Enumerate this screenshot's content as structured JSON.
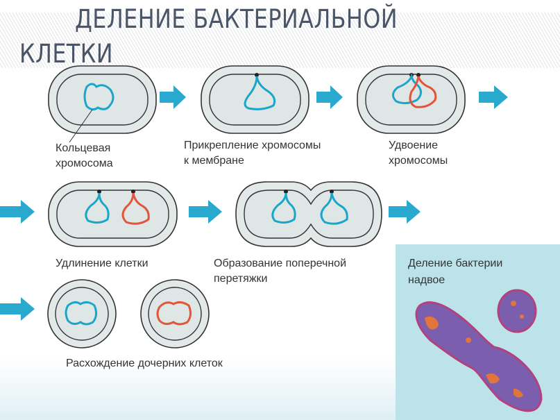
{
  "title": {
    "line1": "ДЕЛЕНИЕ БАКТЕРИАЛЬНОЙ",
    "line2": "КЛЕТКИ"
  },
  "steps": [
    {
      "label_1": "Кольцевая",
      "label_2": "хромосома"
    },
    {
      "label_1": "Прикрепление хромосомы",
      "label_2": "к мембране"
    },
    {
      "label_1": "Удвоение",
      "label_2": "хромосомы"
    },
    {
      "label_1": "Удлинение клетки"
    },
    {
      "label_1": "Образование поперечной",
      "label_2": "перетяжки"
    },
    {
      "label_1": "Расхождение дочерних клеток"
    }
  ],
  "photo": {
    "caption_1": "Деление бактерии",
    "caption_2": "надвое"
  },
  "colors": {
    "arrow": "#2aa9cf",
    "chromosome_original": "#1aa6c8",
    "chromosome_copy": "#e2553a",
    "photo_bg": "#bde3ea"
  }
}
